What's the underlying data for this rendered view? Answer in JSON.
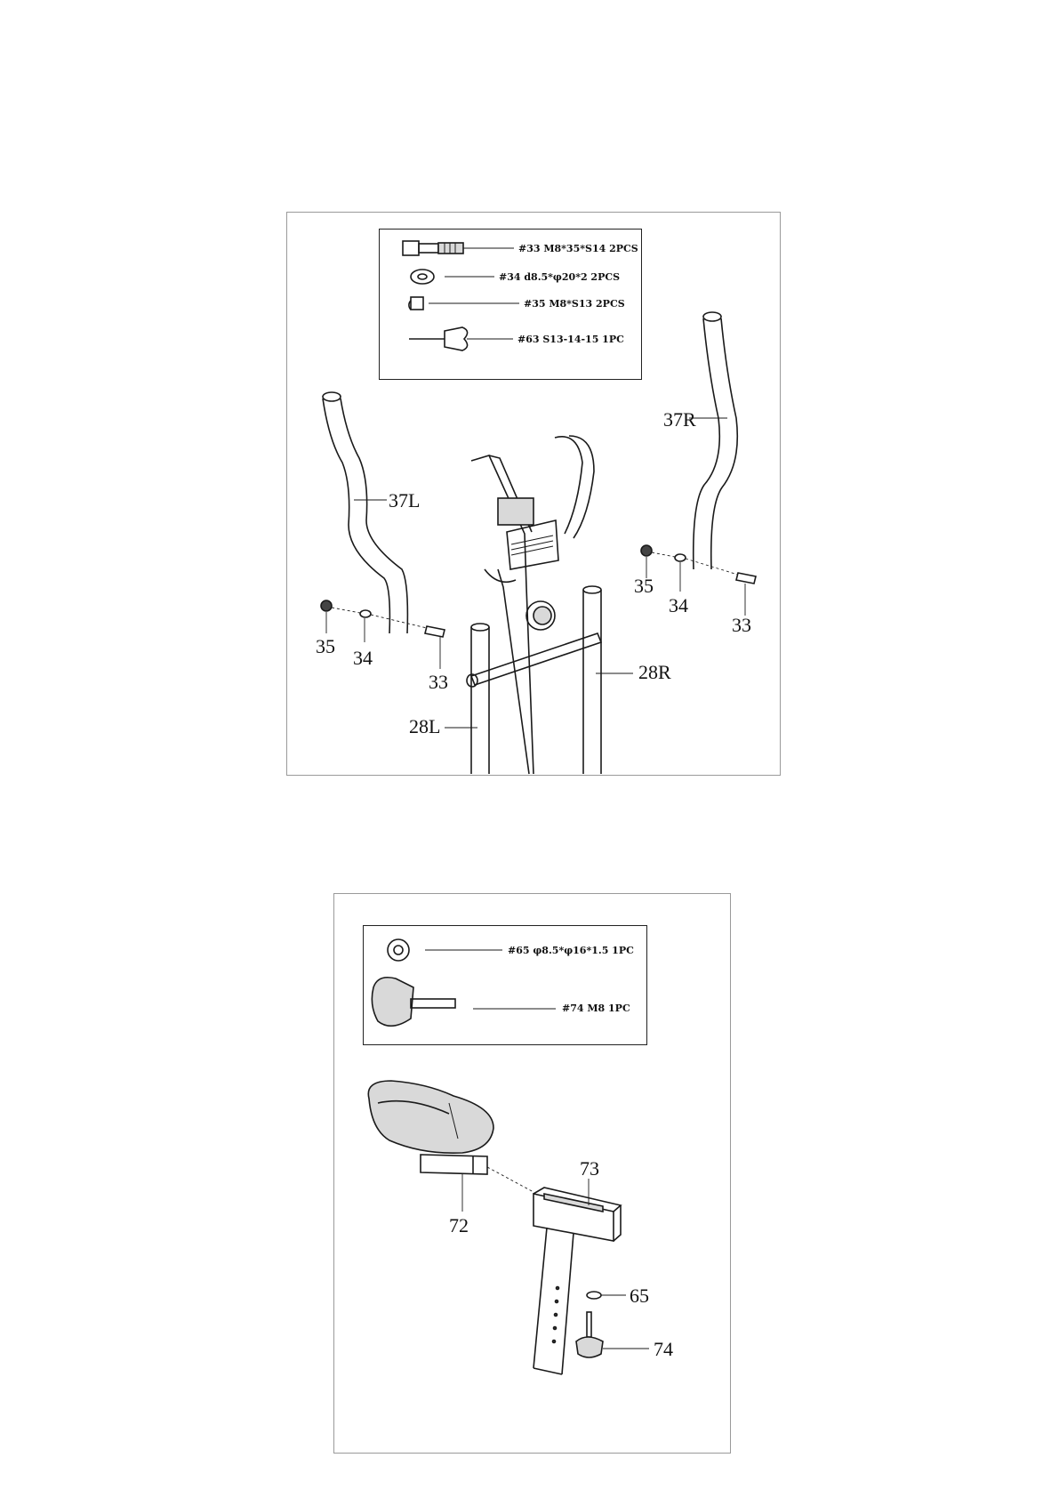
{
  "panel1": {
    "hardware": [
      {
        "label": "#33 M8*35*S14 2PCS",
        "icon": "bolt-icon"
      },
      {
        "label": "#34 d8.5*φ20*2  2PCS",
        "icon": "washer-icon"
      },
      {
        "label": "#35 M8*S13 2PCS",
        "icon": "nut-icon"
      },
      {
        "label": "#63 S13-14-15 1PC",
        "icon": "wrench-icon"
      }
    ],
    "callouts": {
      "handlebar_left": "37L",
      "handlebar_right": "37R",
      "nut_left": "35",
      "washer_left": "34",
      "bolt_left": "33",
      "nut_right": "35",
      "washer_right": "34",
      "bolt_right": "33",
      "tube_left": "28L",
      "tube_right": "28R"
    }
  },
  "panel2": {
    "hardware": [
      {
        "label": "#65 φ8.5*φ16*1.5 1PC",
        "icon": "washer-icon"
      },
      {
        "label": "#74 M8 1PC",
        "icon": "knob-icon"
      }
    ],
    "callouts": {
      "seat_slider": "72",
      "seat_post": "73",
      "washer": "65",
      "knob": "74"
    }
  }
}
